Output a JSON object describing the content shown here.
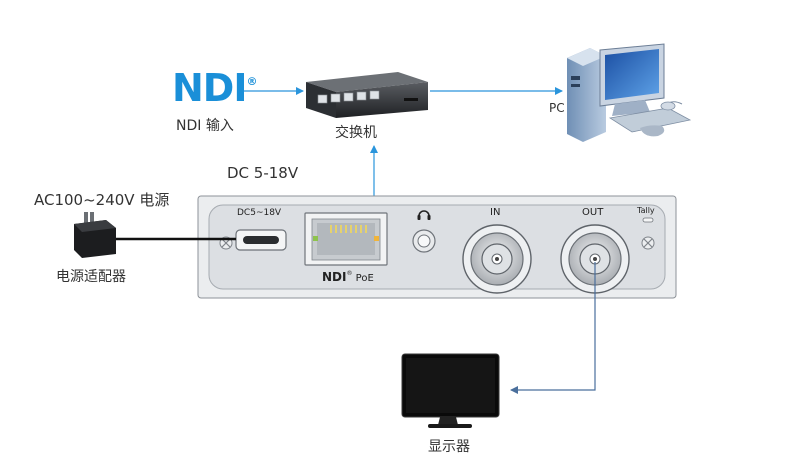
{
  "ndi_logo": {
    "text": "NDI",
    "mark": "®",
    "color": "#1a8fd8"
  },
  "labels": {
    "ndi_input": "NDI 输入",
    "switch": "交换机",
    "pc": "PC",
    "dc_range": "DC 5-18V",
    "ac_source": "AC100~240V 电源",
    "power_adapter": "电源适配器",
    "monitor": "显示器"
  },
  "panel": {
    "dc_port": "DC5~18V",
    "ndi_poe_brand": "NDI",
    "ndi_poe_mark": "®",
    "ndi_poe_suffix": " PoE",
    "in": "IN",
    "out": "OUT",
    "tally": "Tally"
  },
  "colors": {
    "signal_line": "#2a95dc",
    "monitor_line": "#4a6f9c",
    "panel_body": "#ebedef",
    "panel_face": "#dcdfe3"
  }
}
